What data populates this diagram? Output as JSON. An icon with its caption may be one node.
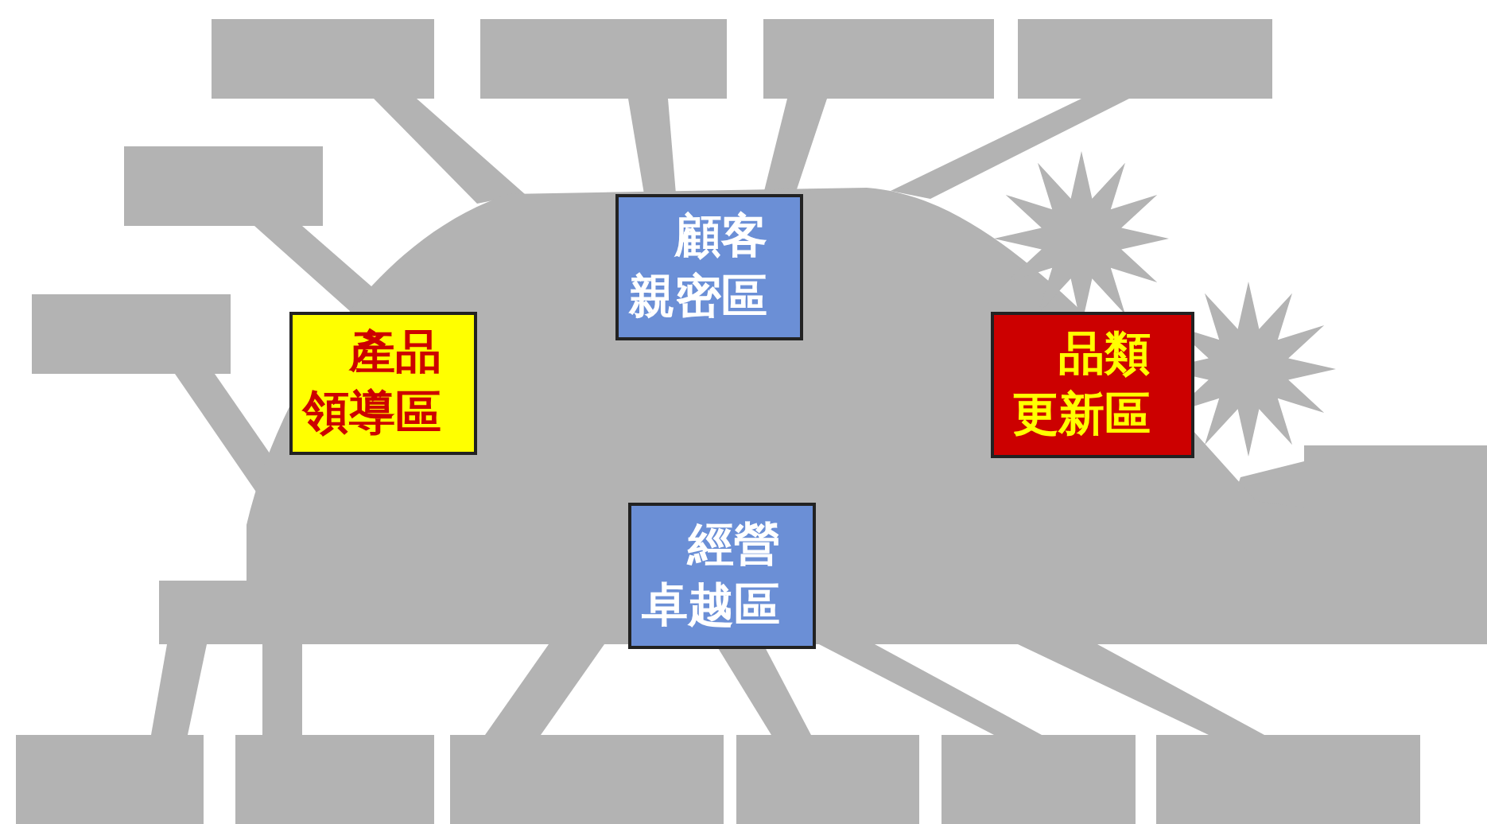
{
  "diagram": {
    "nodes": [
      {
        "text": [],
        "shape": "cloud"
      },
      {
        "text": [],
        "shape": "box"
      },
      {
        "text": [],
        "shape": "box"
      },
      {
        "text": [],
        "shape": "box"
      },
      {
        "text": [],
        "shape": "box"
      },
      {
        "text": [],
        "shape": "box"
      },
      {
        "text": [
          "顧客親密區"
        ],
        "in": 0
      },
      {
        "text": [],
        "shape": "box"
      },
      {
        "text": [
          "產品領導區"
        ],
        "in": 0
      },
      {
        "text": [
          "品類更新區"
        ],
        "in": 0
      },
      {
        "text": [],
        "shape": "box"
      },
      {
        "text": [
          "經營卓越區"
        ],
        "in": 0
      },
      {
        "text": [],
        "shape": "box"
      },
      {
        "text": [],
        "shape": "box"
      },
      {
        "text": [],
        "shape": "box"
      },
      {
        "text": [],
        "shape": "box"
      },
      {
        "text": [],
        "shape": "box"
      },
      {
        "text": [],
        "shape": "box"
      }
    ],
    "edges": [
      {
        "from": 1,
        "to": 0,
        "arrow": "none"
      },
      {
        "from": 2,
        "to": 0,
        "arrow": "none"
      },
      {
        "from": 3,
        "to": 0,
        "arrow": "none"
      },
      {
        "from": 4,
        "to": 0,
        "arrow": "none"
      },
      {
        "from": 5,
        "to": 0,
        "arrow": "none"
      },
      {
        "from": 7,
        "to": 0,
        "arrow": "none"
      },
      {
        "from": 10,
        "to": 0,
        "arrow": "none"
      },
      {
        "from": 12,
        "to": 0,
        "arrow": "none"
      },
      {
        "from": 13,
        "to": 0,
        "arrow": "none"
      },
      {
        "from": 14,
        "to": 0,
        "arrow": "none"
      },
      {
        "from": 15,
        "to": 0,
        "arrow": "none"
      },
      {
        "from": 16,
        "to": 0,
        "arrow": "none"
      },
      {
        "from": 17,
        "to": 0,
        "arrow": "none"
      }
    ]
  }
}
